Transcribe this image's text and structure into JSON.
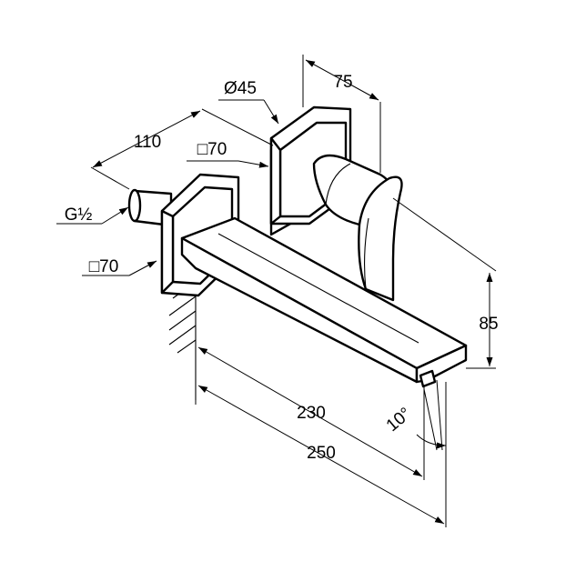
{
  "dimensions": {
    "diameter_knob": "Ø45",
    "depth_handle": "75",
    "offset_body": "110",
    "plate_upper": "□70",
    "thread": "G½",
    "plate_lower": "□70",
    "height": "85",
    "spout_230": "230",
    "spout_250": "250",
    "angle": "10°"
  }
}
